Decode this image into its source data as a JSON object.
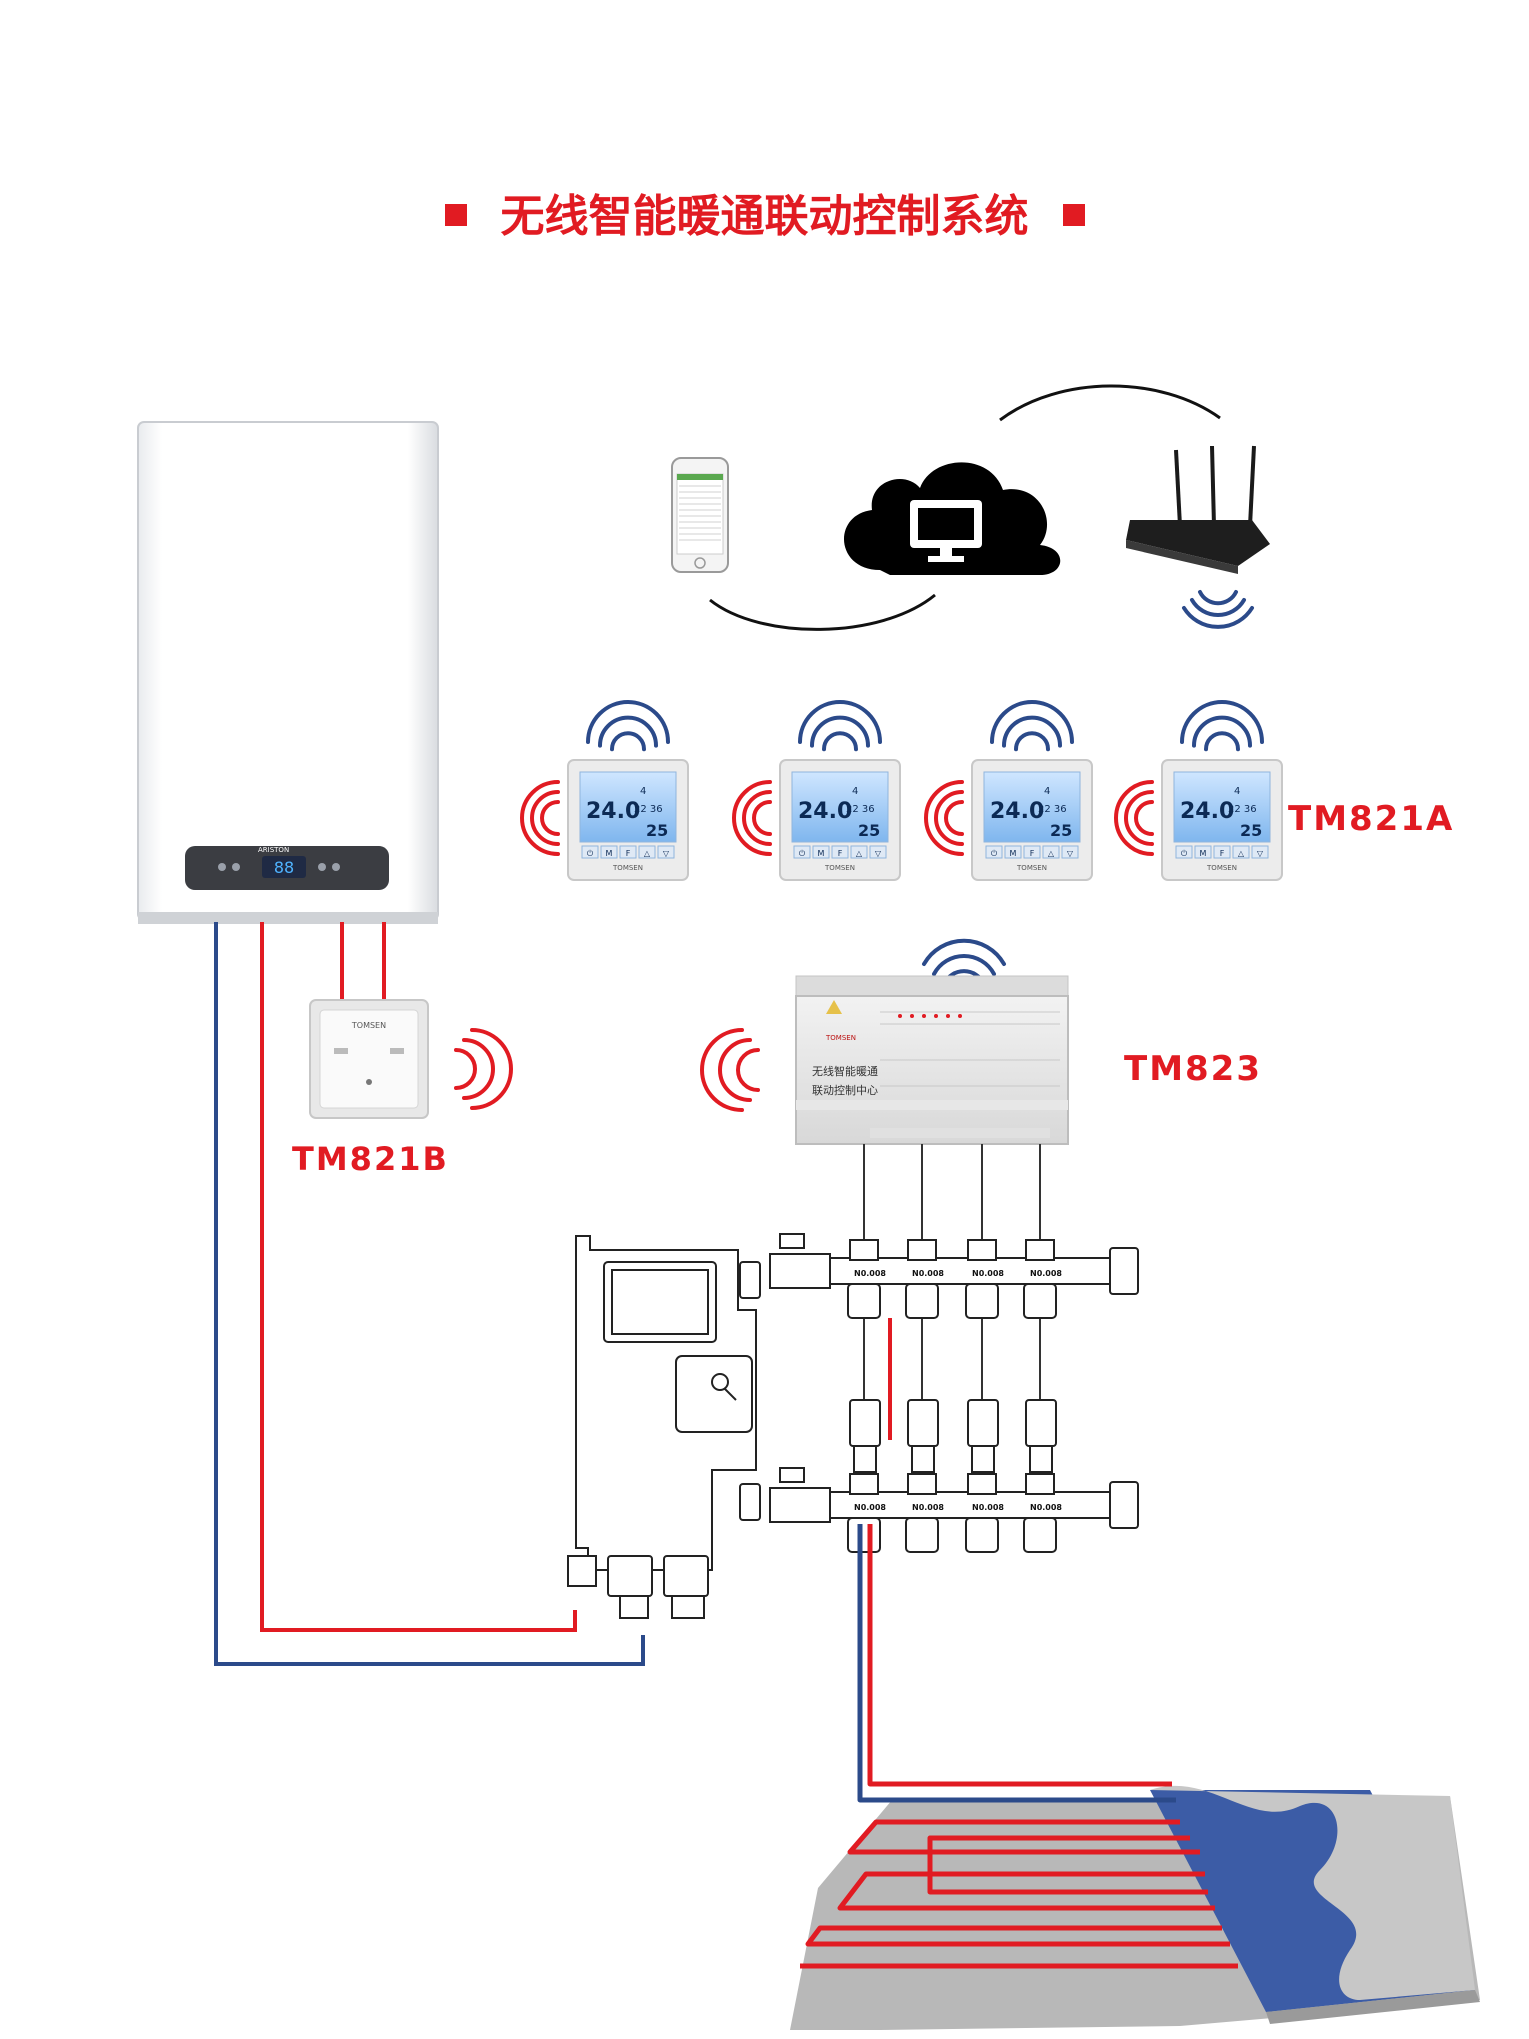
{
  "title": "无线智能暖通联动控制系统",
  "labels": {
    "thermostat": "TM821A",
    "boiler_switch": "TM821B",
    "controller": "TM823"
  },
  "thermostat_display": {
    "temp": "24.0",
    "set_temp": "25",
    "time": "22 36",
    "day": "4",
    "brand": "TOMSEN",
    "buttons": [
      "⏻",
      "M",
      "F",
      "△",
      "▽"
    ]
  },
  "boiler": {
    "brand": "ARISTON",
    "display": "88"
  },
  "switch_device": {
    "brand": "TOMSEN"
  },
  "controller_device": {
    "brand": "TOMSEN",
    "name_line1": "无线智能暖通",
    "name_line2": "联动控制中心"
  },
  "manifold_tags": [
    "N0.008",
    "N0.008",
    "N0.008",
    "N0.008"
  ],
  "colors": {
    "accent": "#e11b22",
    "supply_pipe": "#e11b22",
    "return_pipe": "#2b4a8a"
  }
}
